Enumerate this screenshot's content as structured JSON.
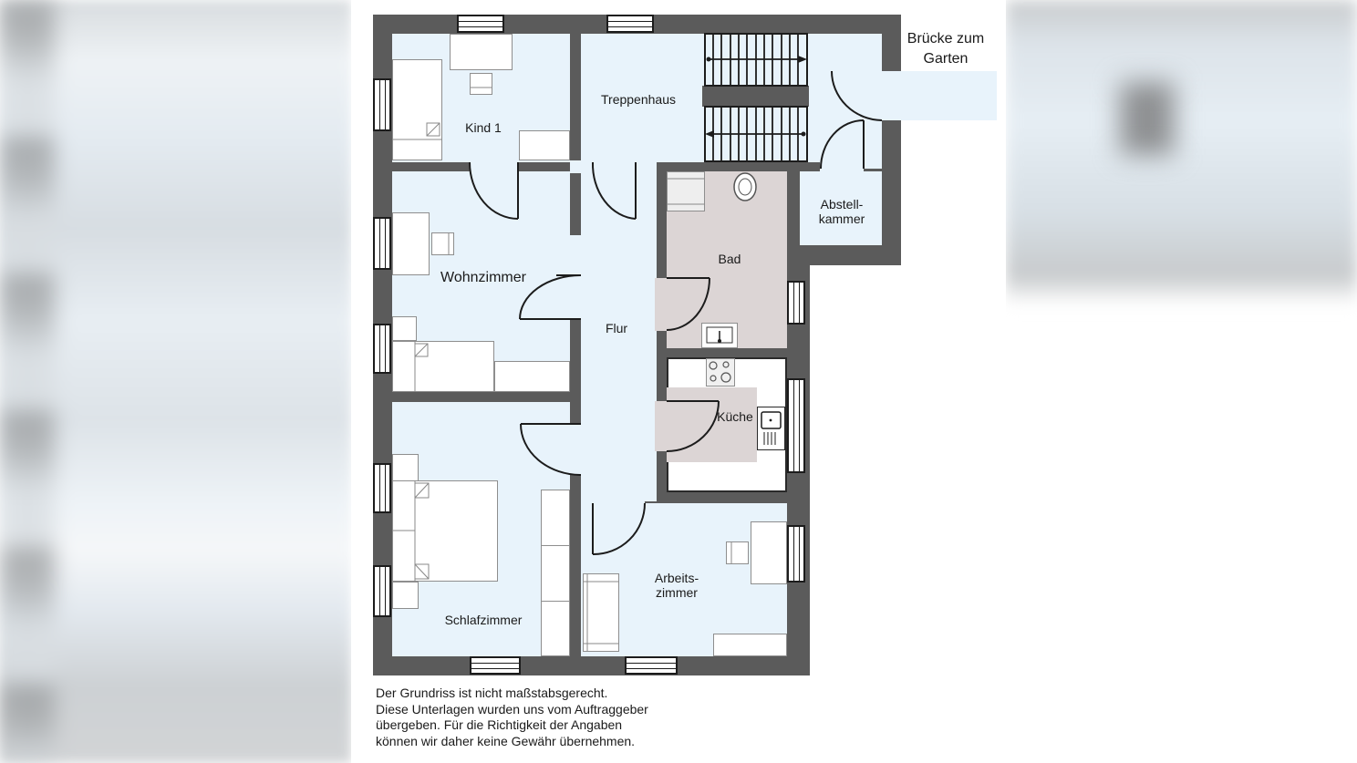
{
  "plan": {
    "type": "Grundriss",
    "rooms": [
      {
        "id": "kind1",
        "label": "Kind 1"
      },
      {
        "id": "treppenhaus",
        "label": "Treppenhaus"
      },
      {
        "id": "abstellkammer",
        "label_line1": "Abstell-",
        "label_line2": "kammer"
      },
      {
        "id": "bad",
        "label": "Bad"
      },
      {
        "id": "wohnzimmer",
        "label": "Wohnzimmer"
      },
      {
        "id": "flur",
        "label": "Flur"
      },
      {
        "id": "kueche",
        "label": "Küche"
      },
      {
        "id": "schlafzimmer",
        "label": "Schlafzimmer"
      },
      {
        "id": "arbeitszimmer",
        "label_line1": "Arbeits-",
        "label_line2": "zimmer"
      }
    ],
    "annotation": {
      "line1": "Brücke zum",
      "line2": "Garten"
    },
    "disclaimer": [
      "Der Grundriss ist nicht maßstabsgerecht.",
      "Diese Unterlagen wurden uns vom Auftraggeber",
      "übergeben. Für die Richtigkeit der Angaben",
      "können wir daher keine Gewähr übernehmen."
    ],
    "colors": {
      "wall": "#5b5b5b",
      "room_fill": "#e8f3fb",
      "wet_room_fill": "#dcd5d5",
      "furniture": "#ffffff",
      "line": "#1c1c1c"
    }
  }
}
